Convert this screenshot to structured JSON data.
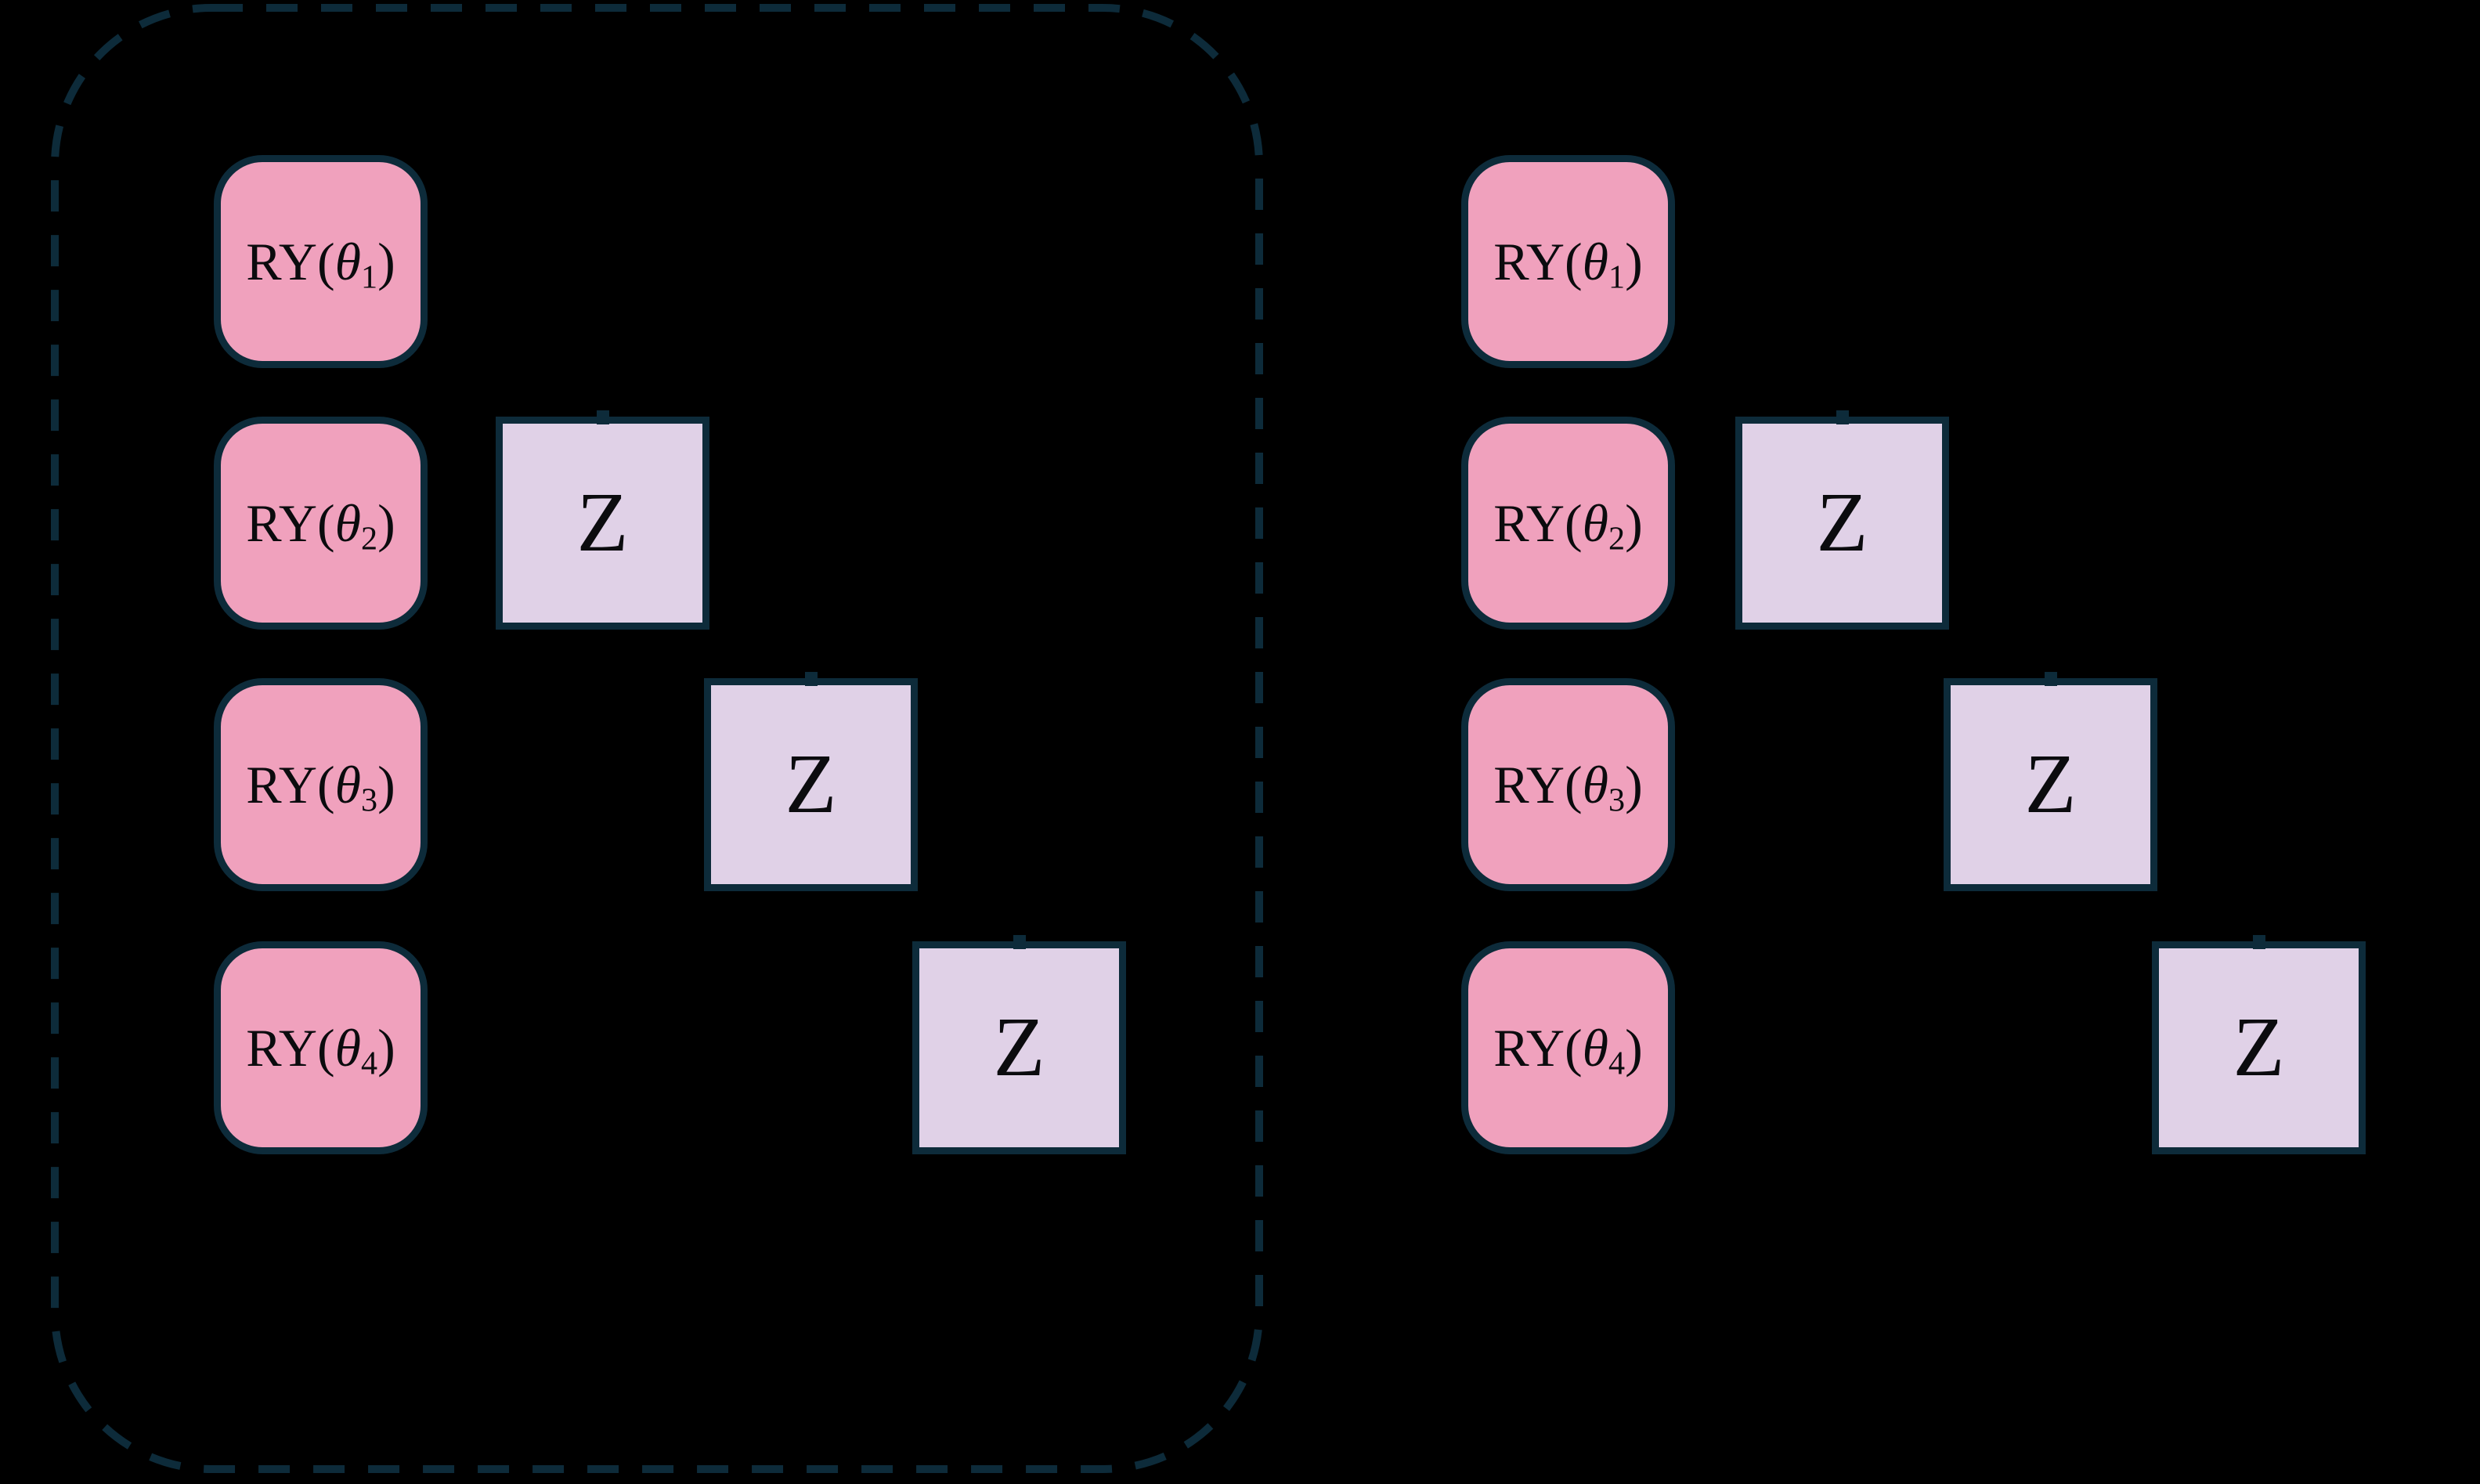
{
  "colors": {
    "background": "#000000",
    "ry_fill": "#f0a1bd",
    "z_fill": "#e0d1e7",
    "border": "#0d2b3a",
    "dashed_frame": "#0d2b3a",
    "text": "#0b0b0e"
  },
  "diagram": {
    "left_block": {
      "style": "dashed-outline",
      "ry_gates": [
        {
          "prefix": "RY(",
          "symbol": "θ",
          "subscript": "1",
          "suffix": ")"
        },
        {
          "prefix": "RY(",
          "symbol": "θ",
          "subscript": "2",
          "suffix": ")"
        },
        {
          "prefix": "RY(",
          "symbol": "θ",
          "subscript": "3",
          "suffix": ")"
        },
        {
          "prefix": "RY(",
          "symbol": "θ",
          "subscript": "4",
          "suffix": ")"
        }
      ],
      "z_gates": [
        "Z",
        "Z",
        "Z"
      ]
    },
    "right_block": {
      "style": "plain",
      "ry_gates": [
        {
          "prefix": "RY(",
          "symbol": "θ",
          "subscript": "1",
          "suffix": ")"
        },
        {
          "prefix": "RY(",
          "symbol": "θ",
          "subscript": "2",
          "suffix": ")"
        },
        {
          "prefix": "RY(",
          "symbol": "θ",
          "subscript": "3",
          "suffix": ")"
        },
        {
          "prefix": "RY(",
          "symbol": "θ",
          "subscript": "4",
          "suffix": ")"
        }
      ],
      "z_gates": [
        "Z",
        "Z",
        "Z"
      ]
    }
  }
}
